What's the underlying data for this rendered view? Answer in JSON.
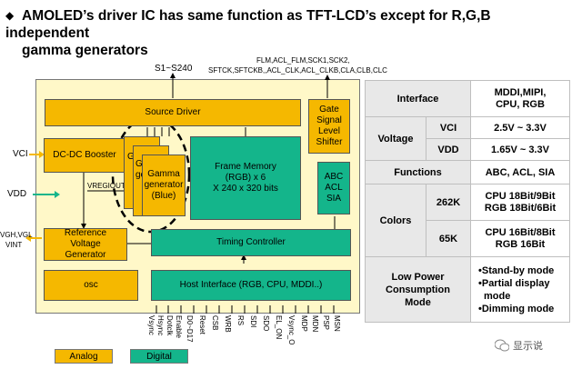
{
  "title": {
    "bullet": "◆",
    "line1": "AMOLED’s driver IC has same function as TFT-LCD’s except for R,G,B independent",
    "line2": "gamma generators"
  },
  "diagram": {
    "top_signals_line1": "FLM,ACL_FLM,SCK1,SCK2,",
    "top_signals_line2": "SFTCK,SFTCKB,,ACL_CLK,ACL_CLKB,CLA,CLB,CLC",
    "s_range": "S1~S240",
    "source_driver": "Source Driver",
    "gate_shifter": [
      "Gate",
      "Signal",
      "Level",
      "Shifter"
    ],
    "dcdc": "DC-DC Booster",
    "vregiout": "VREGIOUT",
    "gamma_back1": "G",
    "gamma_back2": [
      "G",
      "ge"
    ],
    "gamma_front": [
      "Gamma",
      "generator",
      "(Blue)"
    ],
    "frame_memory": [
      "Frame Memory",
      "(RGB) x 6",
      "X 240 x 320 bits"
    ],
    "aca": [
      "ABC",
      "ACL",
      "SIA"
    ],
    "ref_voltage": [
      "Reference",
      "Voltage",
      "Generator"
    ],
    "timing": "Timing Controller",
    "osc": "osc",
    "host_if": "Host Interface (RGB, CPU, MDDI..)",
    "left_labels": {
      "vci": "VCI",
      "vdd": "VDD",
      "vgh": "VGH,VGL",
      "vint": "VINT"
    },
    "bottom_signals": [
      "Vsync",
      "Hsync",
      "Dotclk",
      "Enable",
      "D0~D17",
      "Reset",
      "CSB",
      "WRB",
      "RS",
      "SDI",
      "SDO",
      "EL_ON",
      "Vsync_O",
      "MDP",
      "MDN",
      "PSP",
      "MSN"
    ],
    "legend": {
      "analog": "Analog",
      "digital": "Digital"
    }
  },
  "table": {
    "interface_label": "Interface",
    "interface_value": [
      "MDDI,MIPI,",
      "CPU, RGB"
    ],
    "voltage_label": "Voltage",
    "vci_label": "VCI",
    "vci_value": "2.5V ~ 3.3V",
    "vdd_label": "VDD",
    "vdd_value": "1.65V ~ 3.3V",
    "functions_label": "Functions",
    "functions_value": "ABC, ACL, SIA",
    "colors_label": "Colors",
    "c262k": "262K",
    "c262k_value": [
      "CPU 18Bit/9Bit",
      "RGB 18Bit/6Bit"
    ],
    "c65k": "65K",
    "c65k_value": [
      "CPU 16Bit/8Bit",
      "RGB 16Bit"
    ],
    "lowpower_label": [
      "Low Power",
      "Consumption",
      "Mode"
    ],
    "lowpower_items": [
      "•Stand-by mode",
      "•Partial display",
      "mode",
      "•Dimming mode"
    ]
  },
  "watermark": "显示说",
  "colors": {
    "analog": "#f5b800",
    "digital": "#14b58b",
    "chip_bg": "#fff8c8"
  }
}
